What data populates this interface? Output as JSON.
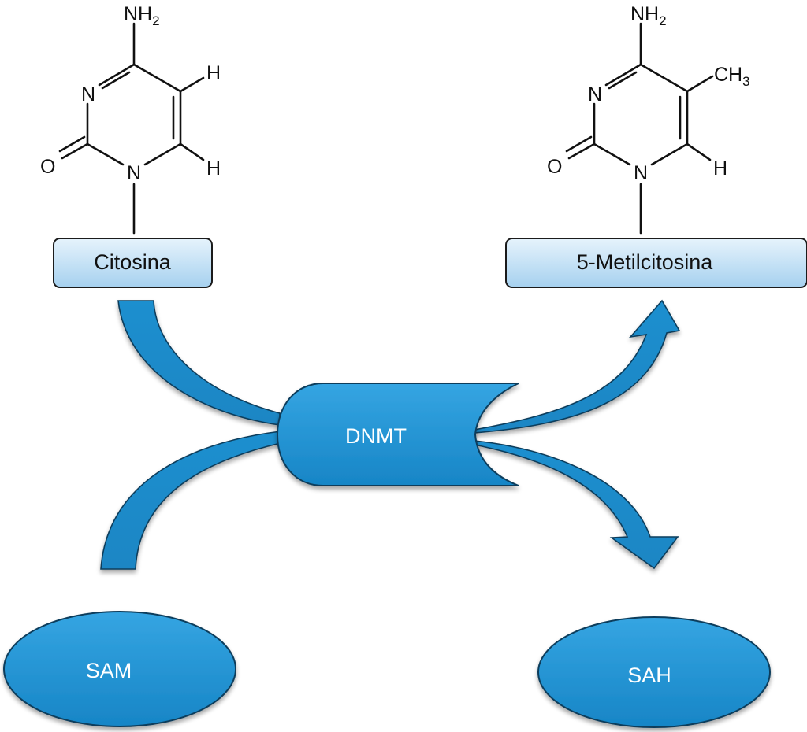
{
  "diagram": {
    "title": "DNA methylation of cytosine by DNMT",
    "molecules": {
      "cytosine": {
        "label": "Citosina",
        "atoms": {
          "amino": "NH",
          "amino_sub": "2",
          "n3": "N",
          "n1": "N",
          "o": "O",
          "h5": "H",
          "h6": "H"
        }
      },
      "methylcytosine": {
        "label": "5-Metilcitosina",
        "atoms": {
          "amino": "NH",
          "amino_sub": "2",
          "n3": "N",
          "n1": "N",
          "o": "O",
          "methyl": "CH",
          "methyl_sub": "3",
          "h6": "H"
        }
      }
    },
    "nodes": {
      "enzyme": "DNMT",
      "donor": "SAM",
      "product": "SAH"
    },
    "colors": {
      "node_fill": "#1a8fd0",
      "node_fill_light": "#3aa7e0",
      "node_stroke": "#0c3e5c",
      "box_fill_top": "#e3f1fb",
      "box_fill_bottom": "#a9d3f0",
      "box_stroke": "#1b1b1b"
    },
    "edges": [
      {
        "from": "Citosina",
        "to": "DNMT"
      },
      {
        "from": "SAM",
        "to": "DNMT"
      },
      {
        "from": "DNMT",
        "to": "5-Metilcitosina"
      },
      {
        "from": "DNMT",
        "to": "SAH"
      }
    ]
  }
}
